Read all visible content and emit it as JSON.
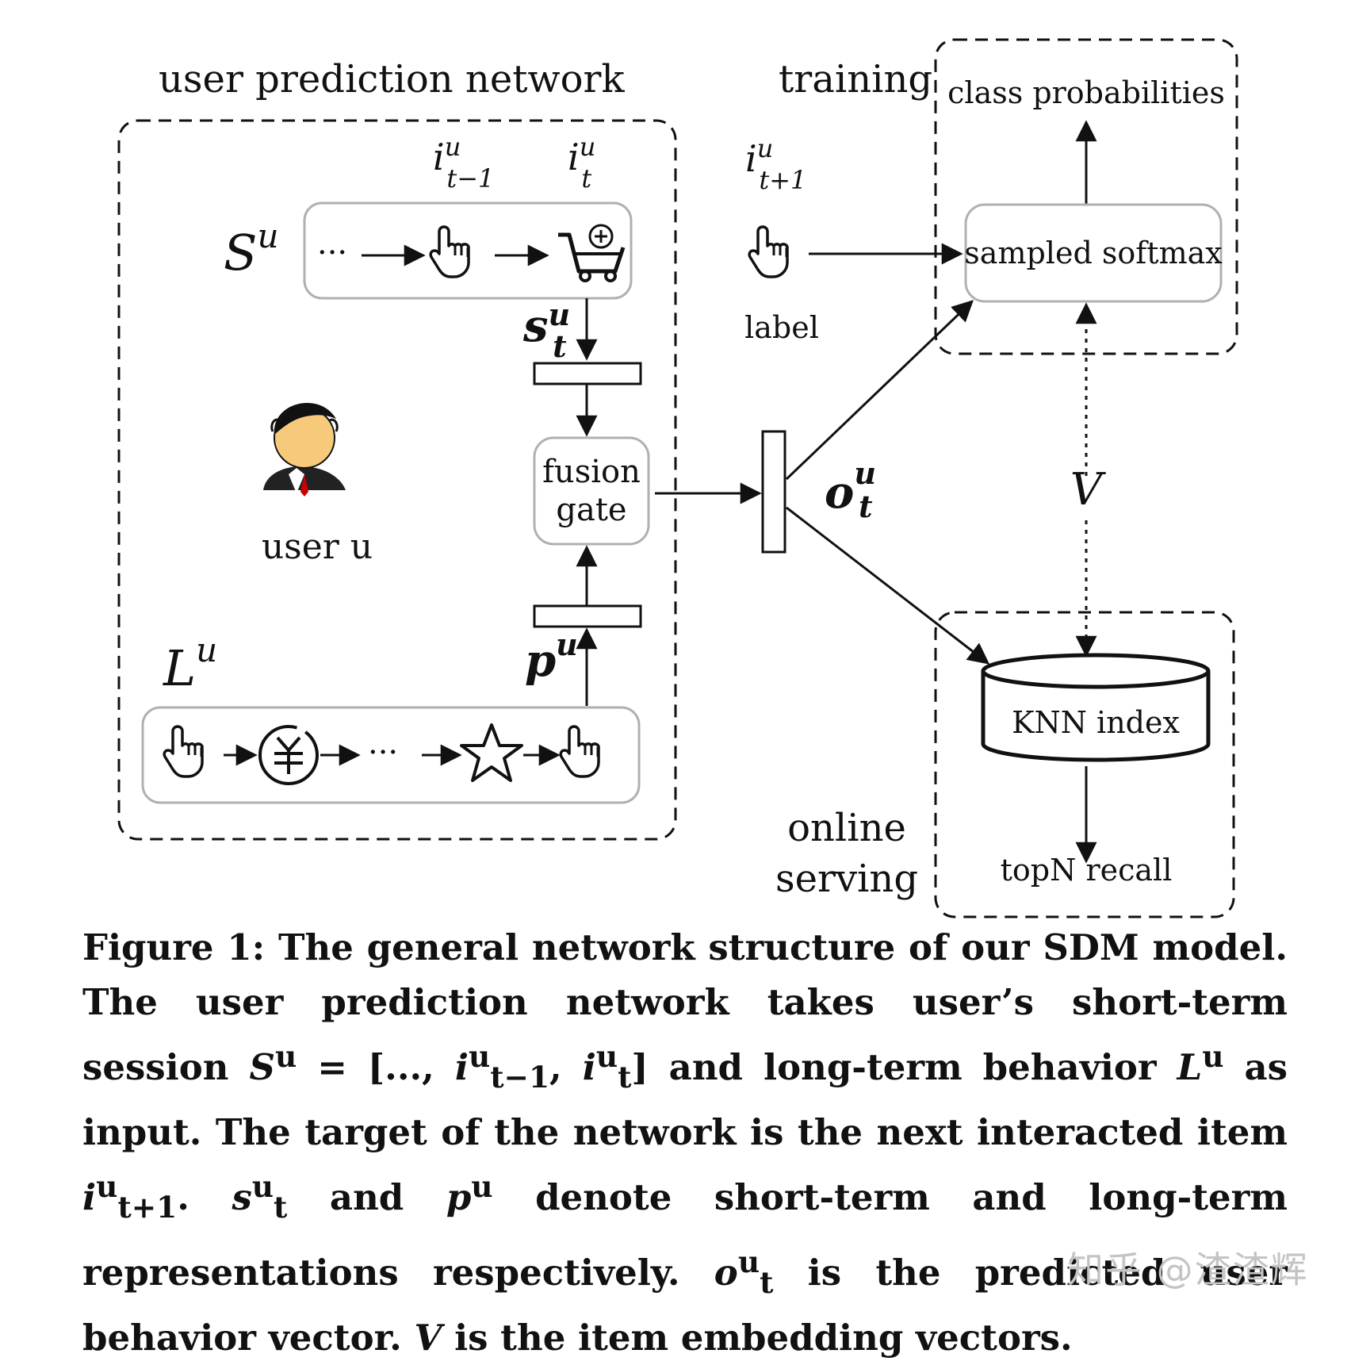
{
  "diagram": {
    "user_prediction_network_title": "user prediction network",
    "training_label": "training",
    "online_serving_label_line1": "online",
    "online_serving_label_line2": "serving",
    "class_probabilities": "class probabilities",
    "sampled_softmax": "sampled softmax",
    "label_text": "label",
    "fusion_gate_line1": "fusion",
    "fusion_gate_line2": "gate",
    "user_u": "user u",
    "knn_index": "KNN index",
    "topn_recall": "topN  recall",
    "symbols": {
      "S_u": "S",
      "S_u_sup": "u",
      "L_u": "L",
      "L_u_sup": "u",
      "i_tm1_base": "i",
      "i_tm1_sup": "u",
      "i_tm1_sub": "t−1",
      "i_t_base": "i",
      "i_t_sup": "u",
      "i_t_sub": "t",
      "i_tp1_base": "i",
      "i_tp1_sup": "u",
      "i_tp1_sub": "t+1",
      "s_t_base": "s",
      "s_t_sup": "u",
      "s_t_sub": "t",
      "p_u_base": "p",
      "p_u_sup": "u",
      "o_t_base": "o",
      "o_t_sup": "u",
      "o_t_sub": "t",
      "V": "V",
      "dots_short": "···",
      "dots_long": "···"
    },
    "icons": [
      "hand-pointer-icon",
      "shopping-cart-add-icon",
      "yen-coin-icon",
      "star-icon",
      "user-avatar-icon",
      "database-cylinder-icon"
    ]
  },
  "caption": {
    "part1": "Figure 1: The general network structure of our SDM model. The user prediction network takes user’s short-term session ",
    "S": "S",
    "S_sup": "u",
    "eq": " = [...,",
    "i1": "i",
    "i1_sup": "u",
    "i1_sub": "t−1",
    "comma": ", ",
    "i2": "i",
    "i2_sup": "u",
    "i2_sub": "t",
    "part2": "] and long-term behavior ",
    "L": "L",
    "L_sup": "u",
    "part3": " as input. The target of the network is the next interacted item ",
    "i3": "i",
    "i3_sup": "u",
    "i3_sub": "t+1",
    "part4": ". ",
    "s": "s",
    "s_sup": "u",
    "s_sub": "t",
    "part5": " and ",
    "p": "p",
    "p_sup": "u",
    "part6": " denote short-term and long-term representations respectively. ",
    "o": "o",
    "o_sup": "u",
    "o_sub": "t",
    "part7": " is the predicted user behavior vector. ",
    "V": "V",
    "part8": " is the item embedding vectors."
  },
  "watermark": "知乎 @渣渣辉"
}
